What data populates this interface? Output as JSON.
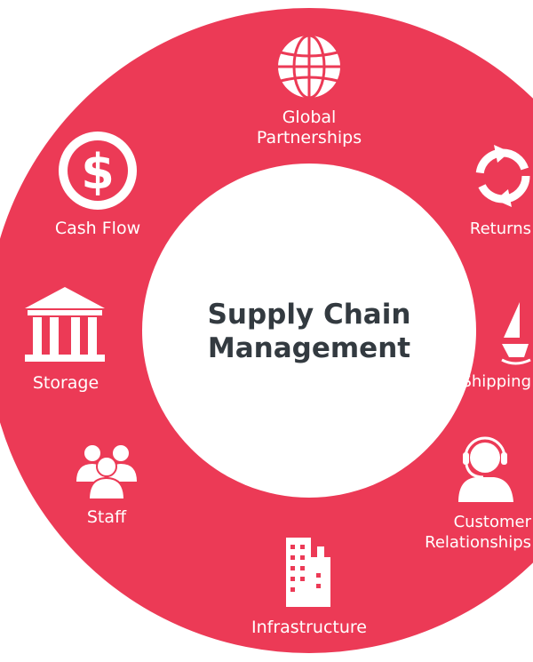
{
  "title": {
    "line1": "Supply Chain",
    "line2": "Management"
  },
  "colors": {
    "ring": "#ec3a56",
    "center_text": "#333a40"
  },
  "segments": [
    {
      "label_line1": "Global",
      "label_line2": "Partnerships",
      "icon": "globe-icon"
    },
    {
      "label": "Returns",
      "icon": "refresh-arrows-icon"
    },
    {
      "label": "Shipping",
      "icon": "sailboat-icon"
    },
    {
      "label_line1": "Customer",
      "label_line2": "Relationships",
      "icon": "headset-user-icon"
    },
    {
      "label": "Infrastructure",
      "icon": "buildings-icon"
    },
    {
      "label": "Staff",
      "icon": "people-group-icon"
    },
    {
      "label": "Storage",
      "icon": "bank-building-icon"
    },
    {
      "label": "Cash Flow",
      "icon": "dollar-coin-icon"
    }
  ]
}
